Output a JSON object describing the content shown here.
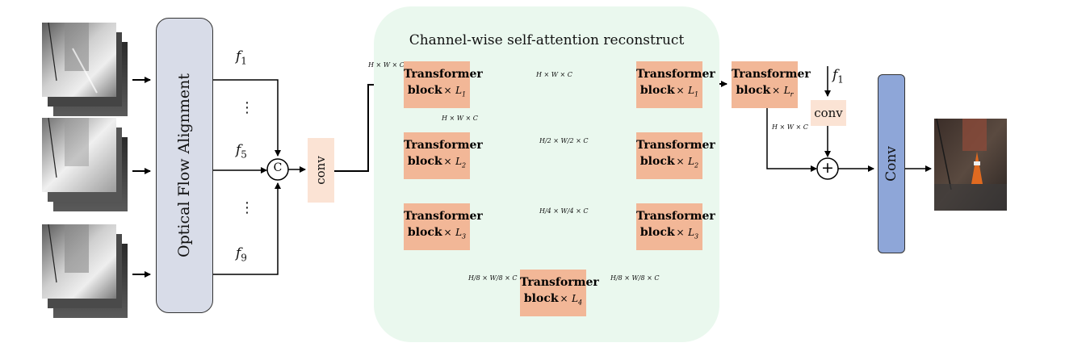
{
  "panel_title": "Channel-wise self-attention reconstruct",
  "alignment_label": "Optical Flow Alignment",
  "concat_symbol": "C",
  "conv_label": "conv",
  "final_conv_label": "Conv",
  "add_symbol": "+",
  "ellipsis": "⋮",
  "features": [
    {
      "base": "f",
      "sub": "1"
    },
    {
      "base": "f",
      "sub": "5"
    },
    {
      "base": "f",
      "sub": "9"
    }
  ],
  "f1_input": {
    "base": "f",
    "sub": "1"
  },
  "blocks": {
    "title": "Transformer",
    "word": "block",
    "times": "×",
    "enc1": {
      "L": "L",
      "sub": "1"
    },
    "enc2": {
      "L": "L",
      "sub": "2"
    },
    "enc3": {
      "L": "L",
      "sub": "3"
    },
    "bottleneck": {
      "L": "L",
      "sub": "4"
    },
    "dec1": {
      "L": "L",
      "sub": "1"
    },
    "dec2": {
      "L": "L",
      "sub": "2"
    },
    "dec3": {
      "L": "L",
      "sub": "3"
    },
    "refine": {
      "L": "L",
      "sub": "r"
    }
  },
  "dims": {
    "full": "H × W × C",
    "half": "H/2 × W/2 × C",
    "quarter": "H/4 × W/4 × C",
    "eighth": "H/8 × W/8 × C"
  },
  "colors": {
    "transformer_block": "#f2b797",
    "green_panel": "#eaf8ee",
    "alignment_box": "#d8dce8",
    "final_conv": "#8ea6d8",
    "small_conv": "#fbe3d4",
    "skip_line": "#3d6fa8"
  }
}
